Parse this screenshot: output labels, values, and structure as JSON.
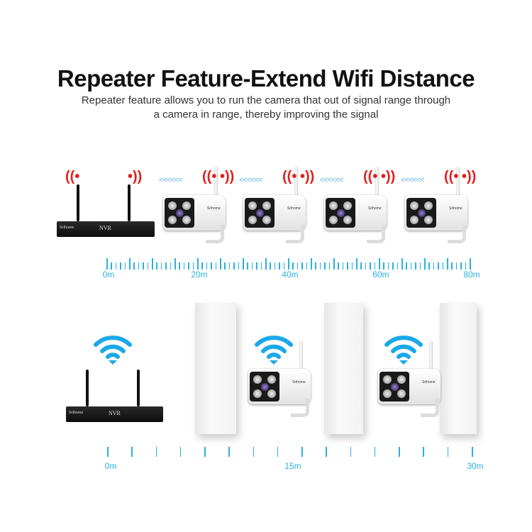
{
  "title": "Repeater Feature-Extend Wifi Distance",
  "subtitle_line1": "Repeater feature allows you to run the camera that out of signal range through",
  "subtitle_line2": "a camera in range, thereby improving the signal",
  "nvr": {
    "brand": "Srihome",
    "label": "NVR"
  },
  "camera_brand": "Srihome",
  "repeater_arrows": "<<<<<<",
  "top_ruler": {
    "labels": [
      "0m",
      "20m",
      "40m",
      "60m",
      "80m"
    ]
  },
  "bottom_ruler": {
    "labels": [
      "0m",
      "15m",
      "30m"
    ]
  },
  "colors": {
    "signal_red": "#e02020",
    "wifi_blue": "#1aa8e8",
    "ruler_blue": "#2ab0e0"
  }
}
